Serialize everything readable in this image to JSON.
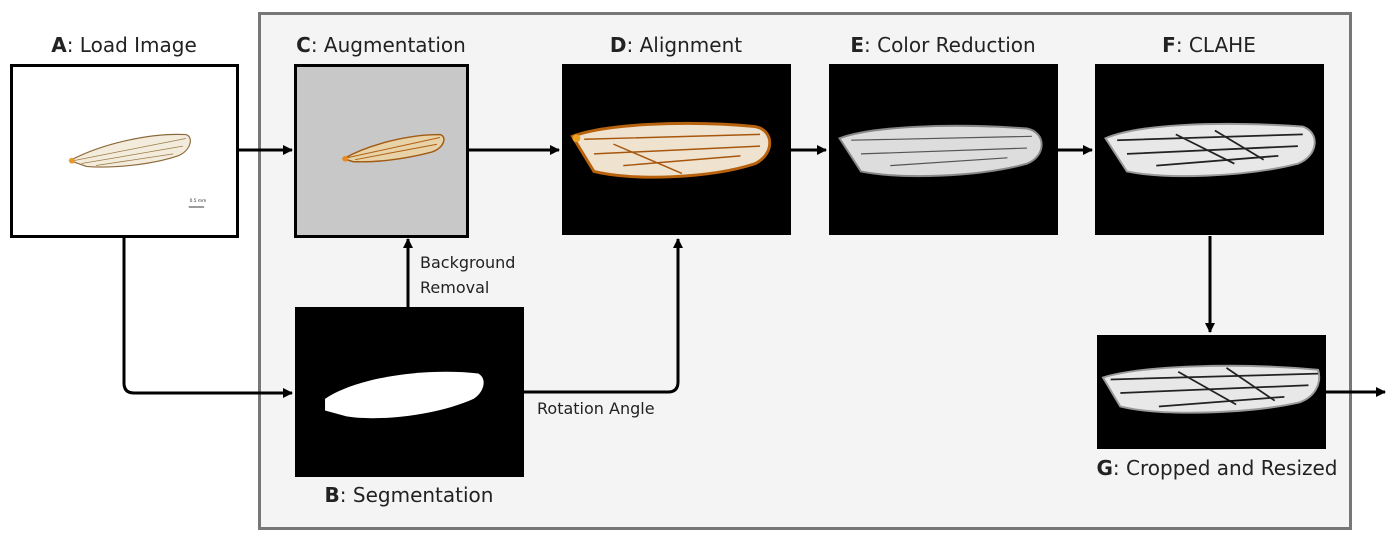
{
  "panels": {
    "A": {
      "letter": "A",
      "title": ": Load Image",
      "scale_bar": "0.5 mm"
    },
    "B": {
      "letter": "B",
      "title": ": Segmentation"
    },
    "C": {
      "letter": "C",
      "title": ": Augmentation"
    },
    "D": {
      "letter": "D",
      "title": ": Alignment"
    },
    "E": {
      "letter": "E",
      "title": ": Color Reduction"
    },
    "F": {
      "letter": "F",
      "title": ": CLAHE"
    },
    "G": {
      "letter": "G",
      "title": ": Cropped and Resized"
    }
  },
  "edges": {
    "background_removal": [
      "Background",
      "Removal"
    ],
    "rotation_angle": "Rotation Angle"
  },
  "colors": {
    "frame": "#777777",
    "frame_bg": "#f4f4f4",
    "aug_bg": "#c8c8c8"
  }
}
